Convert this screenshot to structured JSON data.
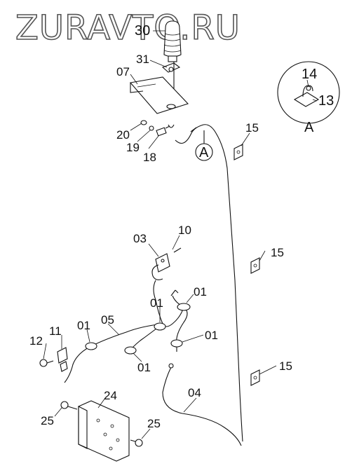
{
  "watermark": "ZURAVTO.RU",
  "detail_letter": "A",
  "callout_letter": "A",
  "labels": {
    "p30": "30",
    "p31": "31",
    "p07": "07",
    "p20": "20",
    "p19": "19",
    "p18": "18",
    "p15a": "15",
    "p15b": "15",
    "p15c": "15",
    "p14": "14",
    "p13": "13",
    "p10": "10",
    "p03": "03",
    "p01a": "01",
    "p01b": "01",
    "p01c": "01",
    "p01d": "01",
    "p01e": "01",
    "p05": "05",
    "p11": "11",
    "p12": "12",
    "p04": "04",
    "p24": "24",
    "p25a": "25",
    "p25b": "25"
  }
}
